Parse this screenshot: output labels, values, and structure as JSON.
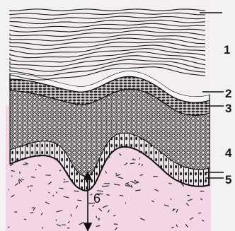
{
  "labels": {
    "layer_1": "1",
    "layer_2": "2",
    "layer_3": "3",
    "layer_4": "4",
    "layer_5": "5",
    "layer_6": "6"
  },
  "colors": {
    "background": "#f4f1f3",
    "dermis": "#f3d6e6",
    "ink": "#161616",
    "cell_fill": "#efe9ec"
  }
}
